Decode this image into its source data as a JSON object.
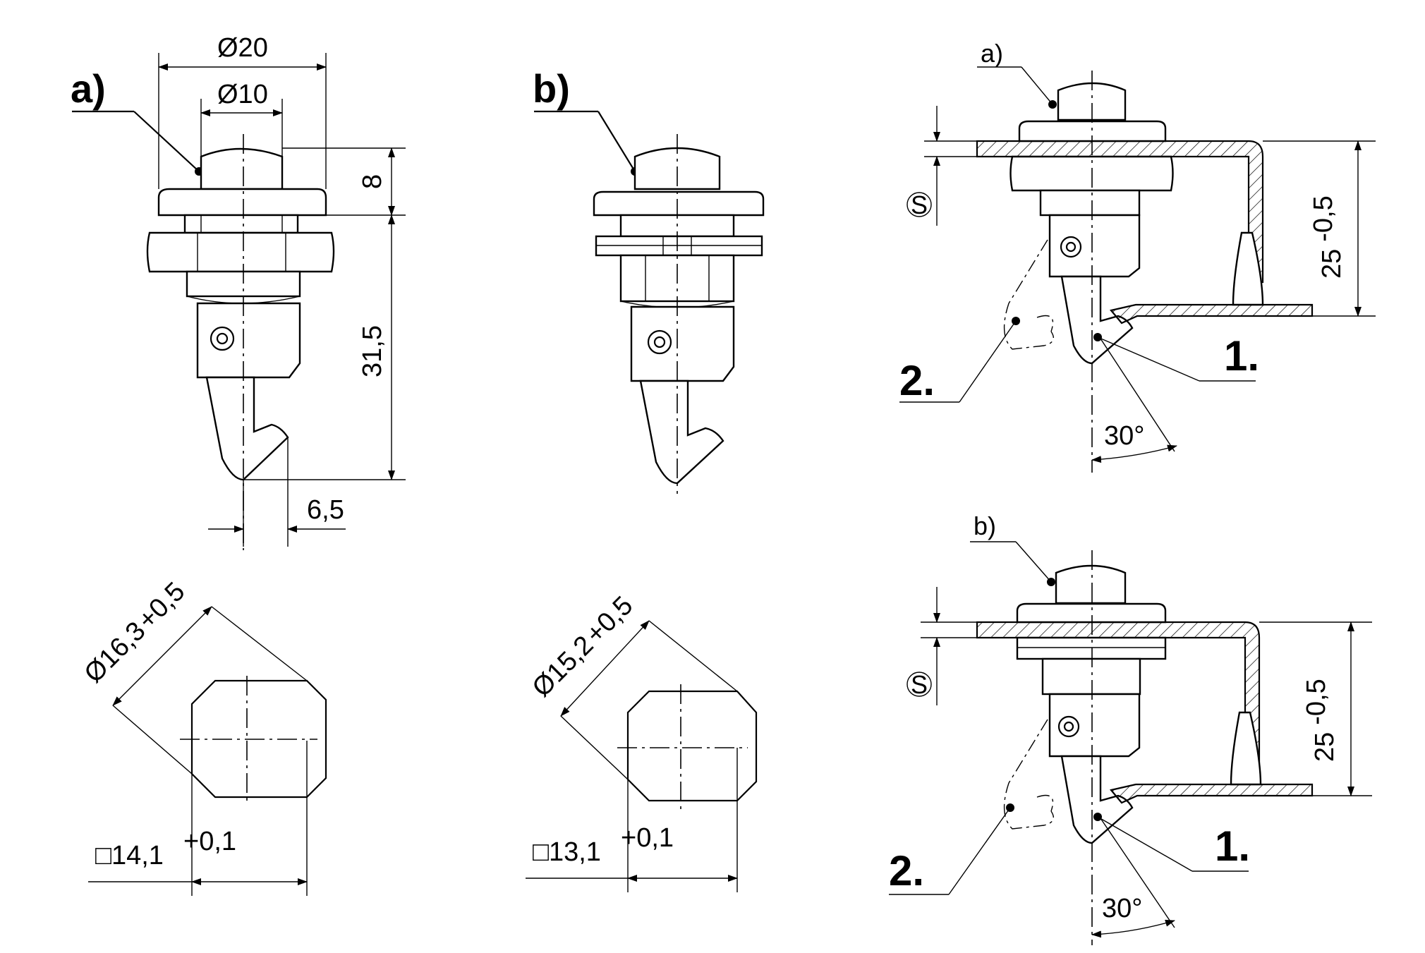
{
  "labels": {
    "a": "a)",
    "b": "b)",
    "dia20": "Ø20",
    "dia10": "Ø10",
    "h8": "8",
    "h315": "31,5",
    "w65": "6,5",
    "dia163": "Ø16,3",
    "tol163": "+0,5",
    "dia152": "Ø15,2",
    "tol152": "+0,5",
    "sq141": "□14,1",
    "tol141": "+0,1",
    "sq131": "□13,1",
    "tol131": "+0,1",
    "install_a": "a)",
    "install_b": "b)",
    "s": "S",
    "h25": "25",
    "tol25": "-0,5",
    "step1": "1.",
    "step2": "2.",
    "angle": "30°"
  }
}
